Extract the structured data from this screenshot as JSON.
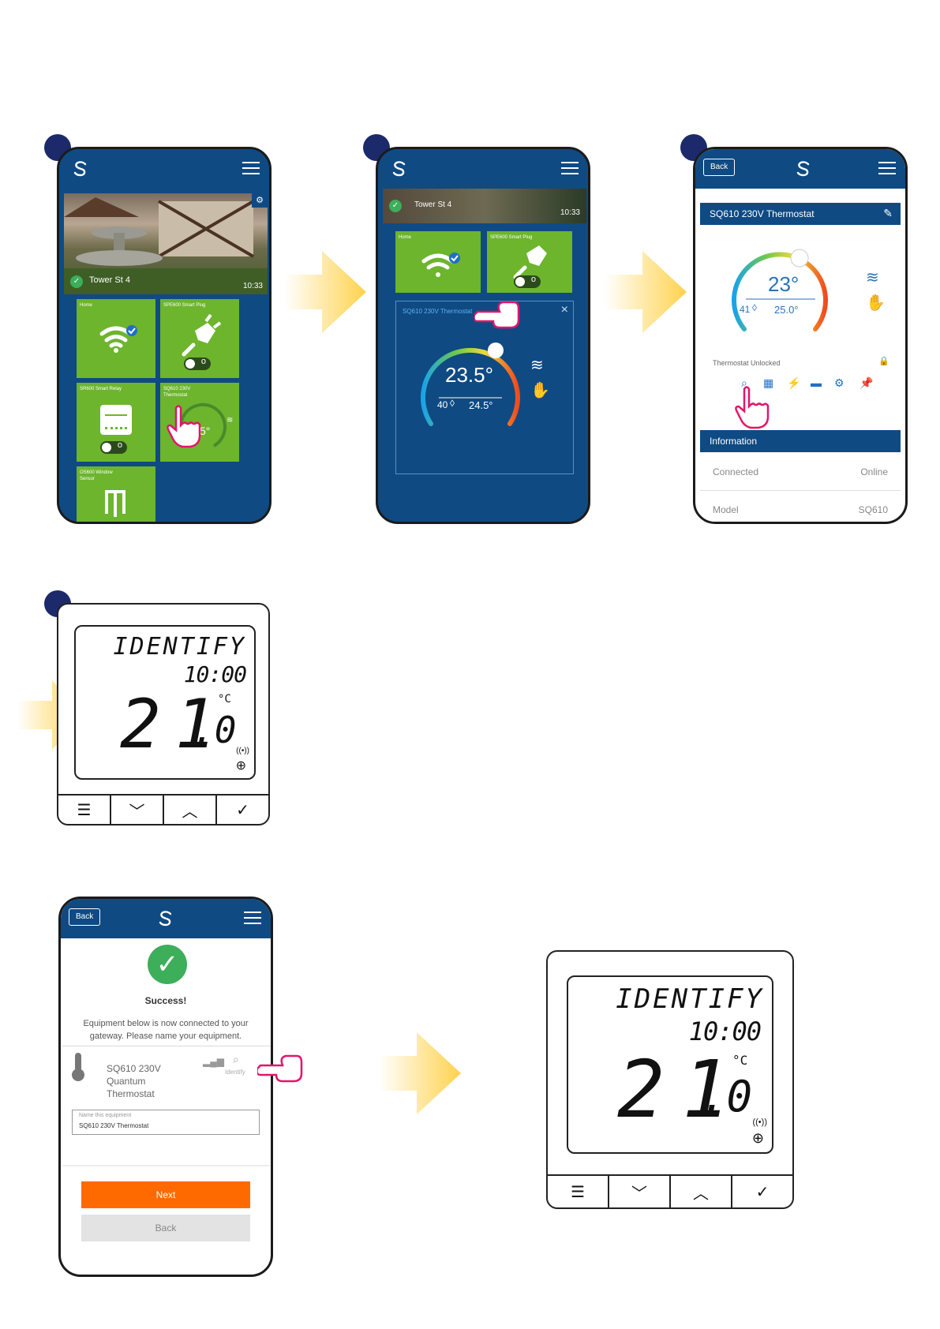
{
  "screen1": {
    "location": "Tower St 4",
    "time": "10:33",
    "tiles": [
      "Home",
      "SPE600 Smart Plug",
      "SR600 Smart Relay",
      "SQ610 230V Thermostat",
      "OS600 Window Sensor"
    ]
  },
  "screen2": {
    "location": "Tower St 4",
    "time": "10:33",
    "tiles": [
      "Home",
      "SPE600 Smart Plug"
    ],
    "popup_title": "SQ610 230V Thermostat",
    "temperature": "23.5°",
    "humidity": "40",
    "setpoint": "24.5°"
  },
  "screen3": {
    "back_label": "Back",
    "title": "SQ610 230V Thermostat",
    "temperature": "23°",
    "humidity": "41",
    "setpoint": "25.0°",
    "lock_status": "Thermostat Unlocked",
    "info_header": "Information",
    "info_rows": [
      {
        "label": "Connected",
        "value": "Online"
      },
      {
        "label": "Model",
        "value": "SQ610"
      }
    ]
  },
  "thermostat1": {
    "mode_text": "IDENTIFY",
    "clock": "10:00",
    "temperature_int": "21",
    "temperature_dec": ".0",
    "unit": "°C",
    "button_icons": [
      "menu-icon",
      "chevron-down-icon",
      "chevron-up-icon",
      "check-icon"
    ]
  },
  "screen4": {
    "back_label": "Back",
    "success_title": "Success!",
    "success_text": "Equipment below is now connected to your gateway. Please name your equipment.",
    "device_name": "SQ610 230V Quantum Thermostat",
    "identify_label": "Identify",
    "name_label": "Name this equipment",
    "name_value": "SQ610 230V Thermostat",
    "next_label": "Next",
    "back_button_label": "Back"
  },
  "thermostat2": {
    "mode_text": "IDENTIFY",
    "clock": "10:00",
    "temperature_int": "21",
    "temperature_dec": ".0",
    "unit": "°C"
  },
  "colors": {
    "app_blue": "#0f4a83",
    "tile_green": "#6cb52d",
    "badge_navy": "#1c2a6b",
    "next_orange": "#ff6a00",
    "success_green": "#3dae5a",
    "arrow_yellow": "#ffd24d"
  }
}
